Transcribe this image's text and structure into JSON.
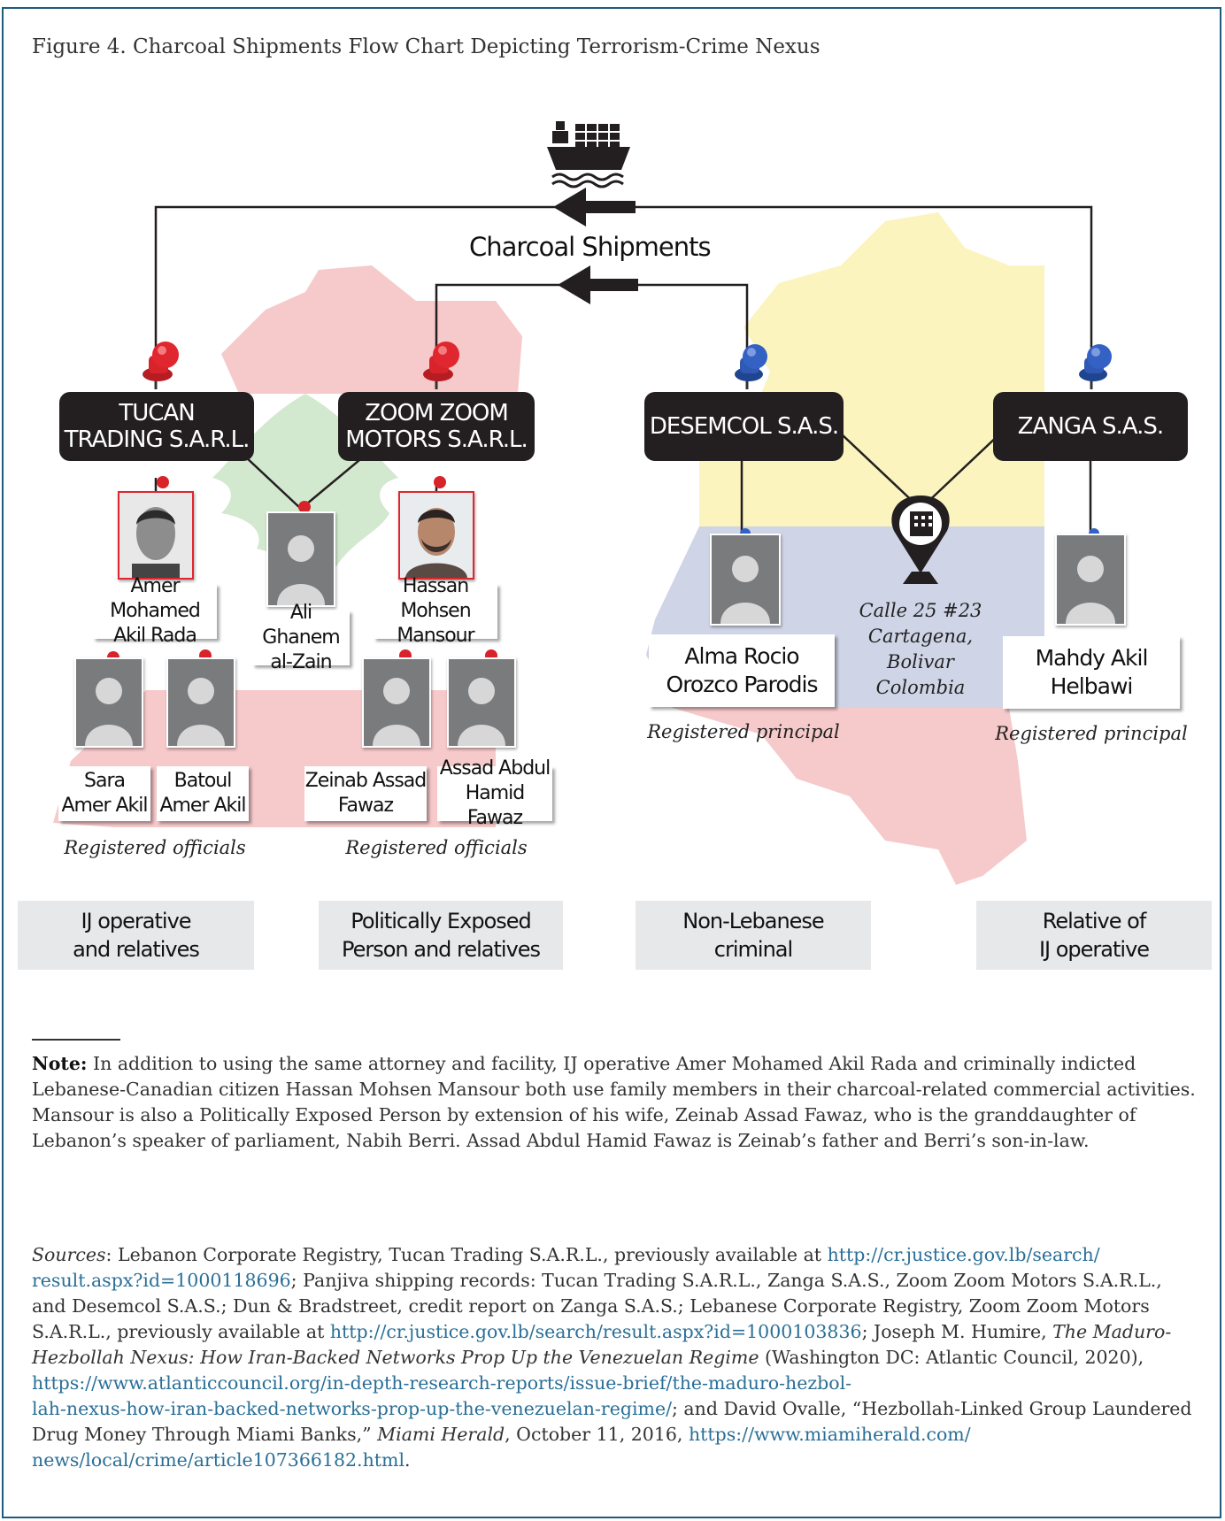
{
  "caption": "Figure 4. Charcoal Shipments Flow Chart Depicting Terrorism-Crime Nexus",
  "shipments_label": "Charcoal Shipments",
  "icons": [
    "ship-icon",
    "left-arrow-icon",
    "red-pushpin-icon",
    "blue-pushpin-icon",
    "building-pin-icon",
    "person-silhouette-icon"
  ],
  "colors": {
    "red_pin": "#d8232a",
    "blue_pin": "#2f59b3",
    "company_box": "#231f20",
    "lebanon_red": "#f6c9ca",
    "lebanon_green": "#d3e9cf",
    "colombia_yellow": "#fbf4bf",
    "colombia_blue": "#cfd4e6",
    "colombia_red": "#f6c9ca",
    "link": "#2a6f97"
  },
  "companies": {
    "tucan": {
      "line1": "TUCAN",
      "line2": "TRADING S.A.R.L."
    },
    "zoom": {
      "line1": "ZOOM ZOOM",
      "line2": "MOTORS S.A.R.L."
    },
    "desemcol": {
      "line1": "DESEMCOL S.A.S."
    },
    "zanga": {
      "line1": "ZANGA S.A.S."
    }
  },
  "people": {
    "amer": {
      "line1": "Amer Mohamed",
      "line2": "Akil Rada"
    },
    "ali": {
      "line1": "Ali Ghanem",
      "line2": "al-Zain"
    },
    "hassan": {
      "line1": "Hassan Mohsen",
      "line2": "Mansour"
    },
    "sara": {
      "line1": "Sara",
      "line2": "Amer Akil"
    },
    "batoul": {
      "line1": "Batoul",
      "line2": "Amer Akil"
    },
    "zeinab": {
      "line1": "Zeinab Assad",
      "line2": "Fawaz"
    },
    "assad": {
      "line1": "Assad Abdul",
      "line2": "Hamid Fawaz"
    },
    "alma": {
      "line1": "Alma Rocio",
      "line2": "Orozco Parodis"
    },
    "mahdy": {
      "line1": "Mahdy Akil",
      "line2": "Helbawi"
    }
  },
  "labels": {
    "registered_officials": "Registered officials",
    "registered_principal": "Registered principal"
  },
  "address": {
    "line1": "Calle 25 #23",
    "line2": "Cartagena,",
    "line3": "Bolivar",
    "line4": "Colombia"
  },
  "categories": {
    "ij": {
      "line1": "IJ operative",
      "line2": "and relatives"
    },
    "pep": {
      "line1": "Politically Exposed",
      "line2": "Person and relatives"
    },
    "nonleb": {
      "line1": "Non-Lebanese",
      "line2": "criminal"
    },
    "relative": {
      "line1": "Relative of",
      "line2": "IJ operative"
    }
  },
  "note": {
    "label": "Note:",
    "text": " In addition to using the same attorney and facility, IJ operative Amer Mohamed Akil Rada and criminally indicted Lebanese-Canadian citizen Hassan Mohsen Mansour both use family members in their charcoal-related commercial activities. Mansour is also a Politically Exposed Person by extension of his wife, Zeinab Assad Fawaz, who is the granddaughter of Lebanon’s speaker of parliament, Nabih Berri. Assad Abdul Hamid Fawaz is Zeinab’s father and Berri’s son-in-law."
  },
  "sources": {
    "label": "Sources",
    "t1": ": Lebanon Corporate Registry, Tucan Trading S.A.R.L., previously available at ",
    "link1a": "http://cr.justice.gov.lb/search/",
    "link1b": "result.aspx?id=1000118696",
    "t2": "; Panjiva shipping records: Tucan Trading S.A.R.L., Zanga S.A.S., Zoom Zoom Motors S.A.R.L., and Desemcol S.A.S.; Dun & Bradstreet, credit report on Zanga S.A.S.; Lebanese Corporate Registry, Zoom Zoom Motors S.A.R.L., previously available at ",
    "link2": "http://cr.justice.gov.lb/search/result.aspx?id=1000103836",
    "t3": "; Joseph M. Humire, ",
    "title1": "The Maduro-Hezbollah Nexus: How Iran-Backed Networks Prop Up the Venezuelan Regime",
    "t4": " (Washington DC: Atlantic Council, 2020), ",
    "link3a": "https://www.atlanticcouncil.org/in-depth-research-reports/issue-brief/the-maduro-hezbol-",
    "link3b": "lah-nexus-how-iran-backed-networks-prop-up-the-venezuelan-regime/",
    "t5": "; and David Ovalle, “Hezbollah-Linked Group Laundered Drug Money Through Miami Banks,” ",
    "title2": "Miami Herald",
    "t6": ", October 11, 2016, ",
    "link4a": "https://www.miamiherald.com/",
    "link4b": "news/local/crime/article107366182.html",
    "t7": "."
  }
}
